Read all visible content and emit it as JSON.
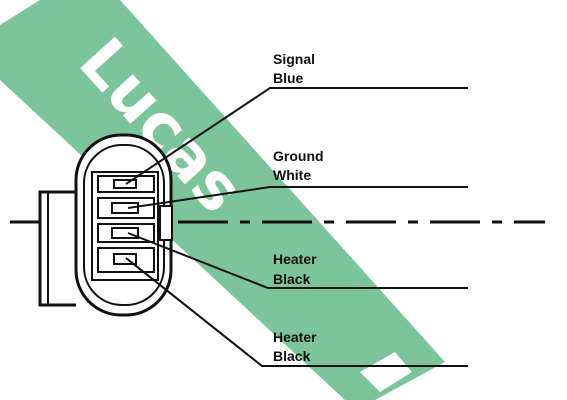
{
  "diagram": {
    "watermark": {
      "text": "Lucas",
      "band_color": "#7cc49a",
      "text_color": "#ffffff"
    },
    "line_color": "#111111",
    "wires": [
      {
        "name": "signal",
        "line1": "Signal",
        "line2": "Blue"
      },
      {
        "name": "ground",
        "line1": "Ground",
        "line2": "White"
      },
      {
        "name": "heater-1",
        "line1": "Heater",
        "line2": "Black"
      },
      {
        "name": "heater-2",
        "line1": "Heater",
        "line2": "Black"
      }
    ]
  }
}
